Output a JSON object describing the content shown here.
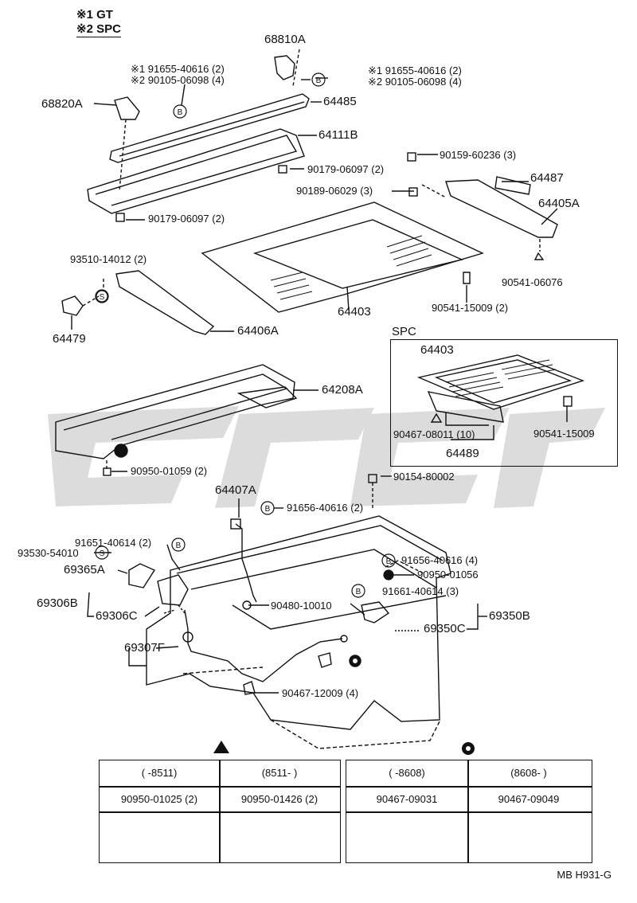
{
  "legend": {
    "gt": "※1 GT",
    "spc": "※2 SPC"
  },
  "labels": {
    "p68810A": "68810A",
    "p68820A": "68820A",
    "p64485": "64485",
    "p64111B": "64111B",
    "f1_left": "※1 91655-40616 (2)",
    "f2_left": "※2 90105-06098 (4)",
    "f1_right": "※1 91655-40616 (2)",
    "f2_right": "※2 90105-06098 (4)",
    "n90179_top": "90179-06097 (2)",
    "n90179_bot": "90179-06097 (2)",
    "n90159": "90159-60236 (3)",
    "n90189": "90189-06029 (3)",
    "p64487": "64487",
    "p64405A": "64405A",
    "n93510": "93510-14012 (2)",
    "p64479": "64479",
    "p64406A": "64406A",
    "p64403": "64403",
    "n90541_15009": "90541-15009 (2)",
    "n90541_06076": "90541-06076",
    "p64208A": "64208A",
    "n90950_01059": "90950-01059 (2)",
    "n90154": "90154-80002",
    "p64407A": "64407A",
    "n91656_40616_2": "91656-40616 (2)",
    "n91651": "91651-40614 (2)",
    "n93530": "93530-54010",
    "p69365A": "69365A",
    "p69306B": "69306B",
    "p69306C": "69306C",
    "n91656_40616_4": "91656-40616 (4)",
    "n90950_01056": "90950-01056",
    "n91661": "91661-40614 (3)",
    "n90480": "90480-10010",
    "p69350B": "69350B",
    "p69350C": "69350C",
    "p69307F": "69307F",
    "n90467_12009": "90467-12009 (4)"
  },
  "spc_box": {
    "title": "SPC",
    "p64403": "64403",
    "n90467_08011": "90467-08011 (10)",
    "p64489": "64489",
    "n90541_15009": "90541-15009"
  },
  "symbols": {
    "b": "B",
    "s": "S"
  },
  "table_left": {
    "headers": [
      "(      -8511)",
      "(8511-      )"
    ],
    "parts": [
      "90950-01025 (2)",
      "90950-01426 (2)"
    ]
  },
  "table_right": {
    "headers": [
      "(      -8608)",
      "(8608-      )"
    ],
    "parts": [
      "90467-09031",
      "90467-09049"
    ]
  },
  "footer": {
    "code": "MB  H931-G"
  }
}
